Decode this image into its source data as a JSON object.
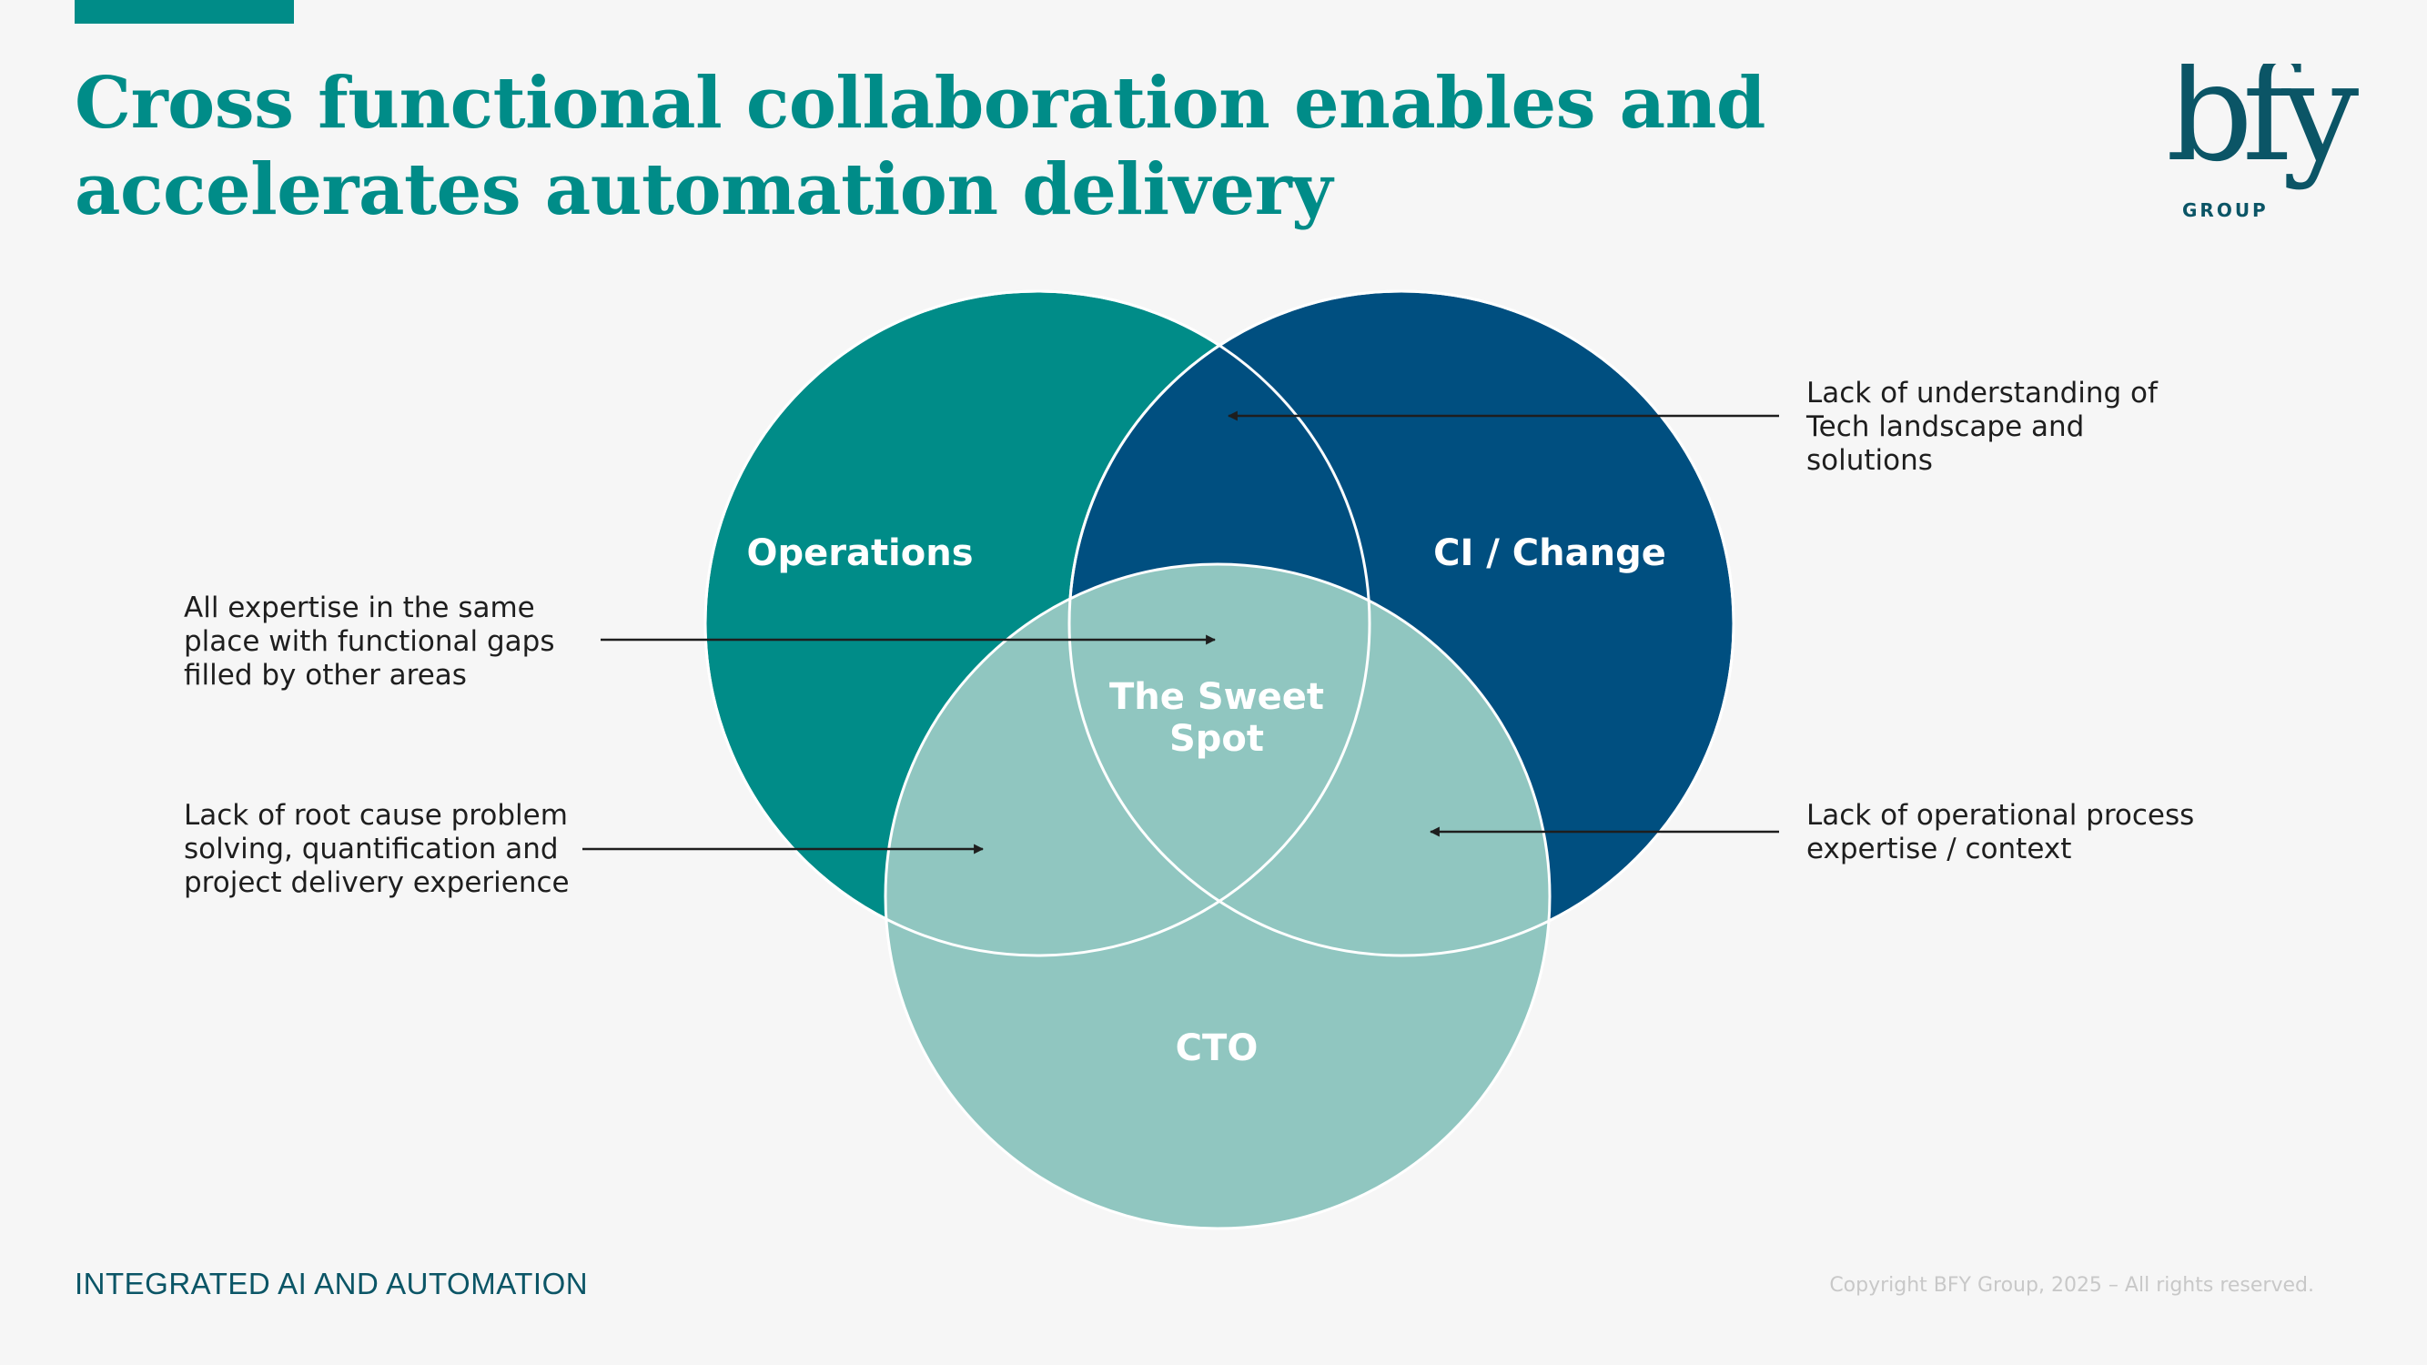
{
  "slide": {
    "title": "Cross functional collaboration enables and accelerates automation delivery",
    "footer_left": "INTEGRATED AI AND AUTOMATION",
    "footer_right": "Copyright BFY Group, 2025 – All rights reserved."
  },
  "logo": {
    "mark": "bfy",
    "sub": "GROUP"
  },
  "venn": {
    "circles": [
      {
        "id": "operations",
        "label": "Operations",
        "color": "#008c88"
      },
      {
        "id": "ci-change",
        "label": "CI / Change",
        "color": "#004f80"
      },
      {
        "id": "cto",
        "label": "CTO",
        "color": "#90c6c0"
      }
    ],
    "center_label_line1": "The Sweet",
    "center_label_line2": "Spot"
  },
  "callouts": {
    "tech_gap": "Lack of understanding of\nTech landscape and\nsolutions",
    "all_expertise": "All expertise in the same\nplace with functional gaps\nfilled by other areas",
    "root_cause": "Lack of root cause problem\nsolving, quantification and\nproject delivery experience",
    "ops_process": "Lack of operational process\nexpertise / context"
  }
}
